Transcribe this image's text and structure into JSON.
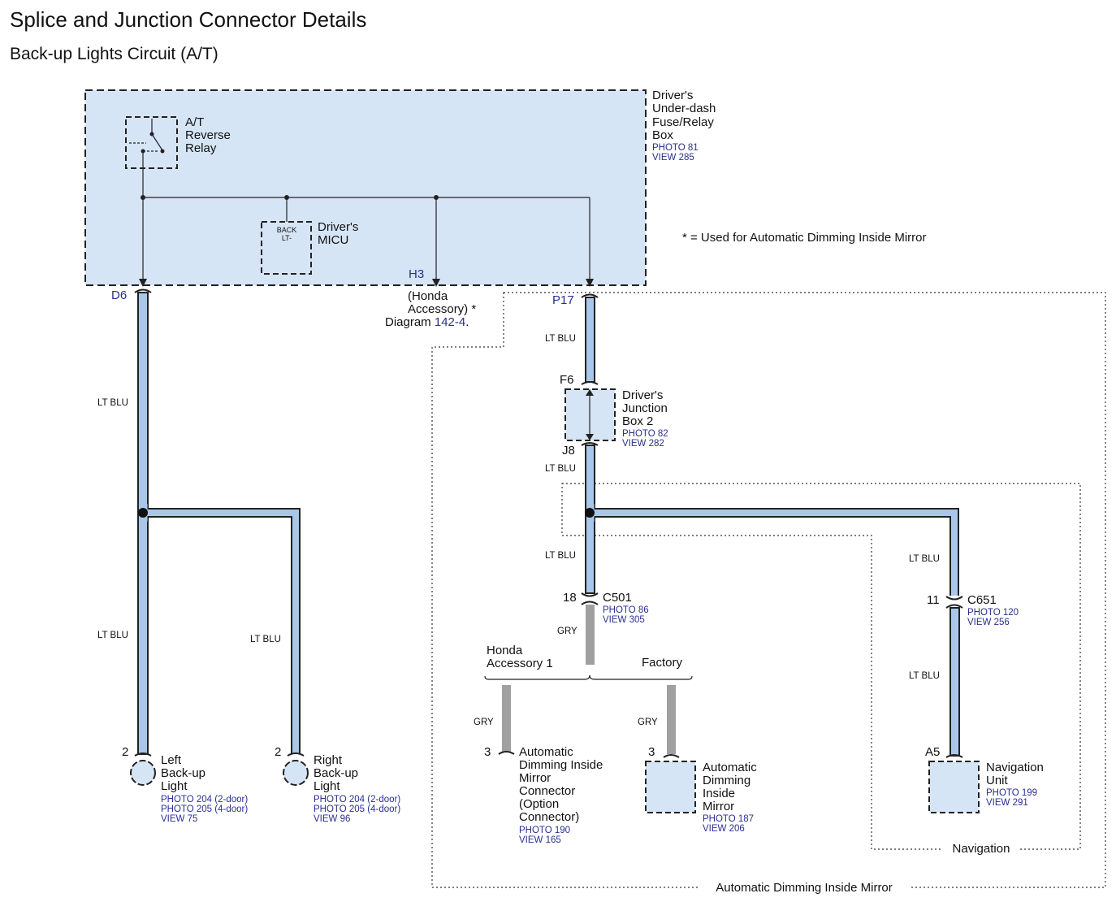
{
  "header": {
    "title": "Splice and Junction Connector Details",
    "subtitle": "Back-up Lights Circuit (A/T)"
  },
  "note": "* =  Used for Automatic Dimming Inside Mirror",
  "colors": {
    "box_fill": "#d6e5f6",
    "wire_blue": "#a9c7ea",
    "wire_gray": "#a0a0a0",
    "ref_text": "#2a2f8f"
  },
  "fuse_box": {
    "name_lines": [
      "Driver's",
      "Under-dash",
      "Fuse/Relay",
      "Box"
    ],
    "photo": "PHOTO 81",
    "view": "VIEW 285"
  },
  "relay": {
    "name_lines": [
      "A/T",
      "Reverse",
      "Relay"
    ]
  },
  "micu": {
    "name_lines": [
      "Driver's",
      "MICU"
    ],
    "tag_lines": [
      "BACK",
      "LT-"
    ]
  },
  "terminals": {
    "d6": "D6",
    "h3": "H3",
    "p17": "P17",
    "f6": "F6",
    "j8": "J8",
    "c501_pin": "18",
    "c651_pin": "11",
    "left_pin": "2",
    "right_pin": "2",
    "adim_conn_pin": "3",
    "adim_pin": "3",
    "nav_pin": "A5"
  },
  "h3_note": {
    "lines": [
      "(Honda",
      "Accessory) *"
    ],
    "diagram_prefix": "Diagram ",
    "diagram_ref": "142-4",
    "diagram_suffix": "."
  },
  "junction_box": {
    "name_lines": [
      "Driver's",
      "Junction",
      "Box 2"
    ],
    "photo": "PHOTO 82",
    "view": "VIEW 282"
  },
  "c501": {
    "name": "C501",
    "photo": "PHOTO 86",
    "view": "VIEW 305"
  },
  "c651": {
    "name": "C651",
    "photo": "PHOTO 120",
    "view": "VIEW 256"
  },
  "wires": {
    "d6_down": "LT BLU",
    "left_lower": "LT BLU",
    "right_lower": "LT BLU",
    "p17_down": "LT BLU",
    "j8_down": "LT BLU",
    "splice_down": "LT BLU",
    "nav_upper": "LT BLU",
    "nav_lower": "LT BLU",
    "c501_down": "GRY",
    "accessory_down": "GRY",
    "factory_down": "GRY"
  },
  "options": {
    "accessory_lines": [
      "Honda",
      "Accessory 1"
    ],
    "factory": "Factory"
  },
  "left_light": {
    "name_lines": [
      "Left",
      "Back-up",
      "Light"
    ],
    "refs": [
      "PHOTO 204 (2-door)",
      "PHOTO 205 (4-door)",
      "VIEW 75"
    ]
  },
  "right_light": {
    "name_lines": [
      "Right",
      "Back-up",
      "Light"
    ],
    "refs": [
      "PHOTO 204 (2-door)",
      "PHOTO 205 (4-door)",
      "VIEW 96"
    ]
  },
  "adim_connector": {
    "name_lines": [
      "Automatic",
      "Dimming Inside",
      "Mirror",
      "Connector",
      "(Option",
      "Connector)"
    ],
    "refs": [
      "PHOTO 190",
      "VIEW 165"
    ]
  },
  "adim_mirror": {
    "name_lines": [
      "Automatic",
      "Dimming",
      "Inside",
      "Mirror"
    ],
    "refs": [
      "PHOTO 187",
      "VIEW 206"
    ]
  },
  "nav_unit": {
    "name_lines": [
      "Navigation",
      "Unit"
    ],
    "refs": [
      "PHOTO 199",
      "VIEW 291"
    ]
  },
  "zones": {
    "navigation": "Navigation",
    "adim": "Automatic Dimming Inside Mirror"
  }
}
